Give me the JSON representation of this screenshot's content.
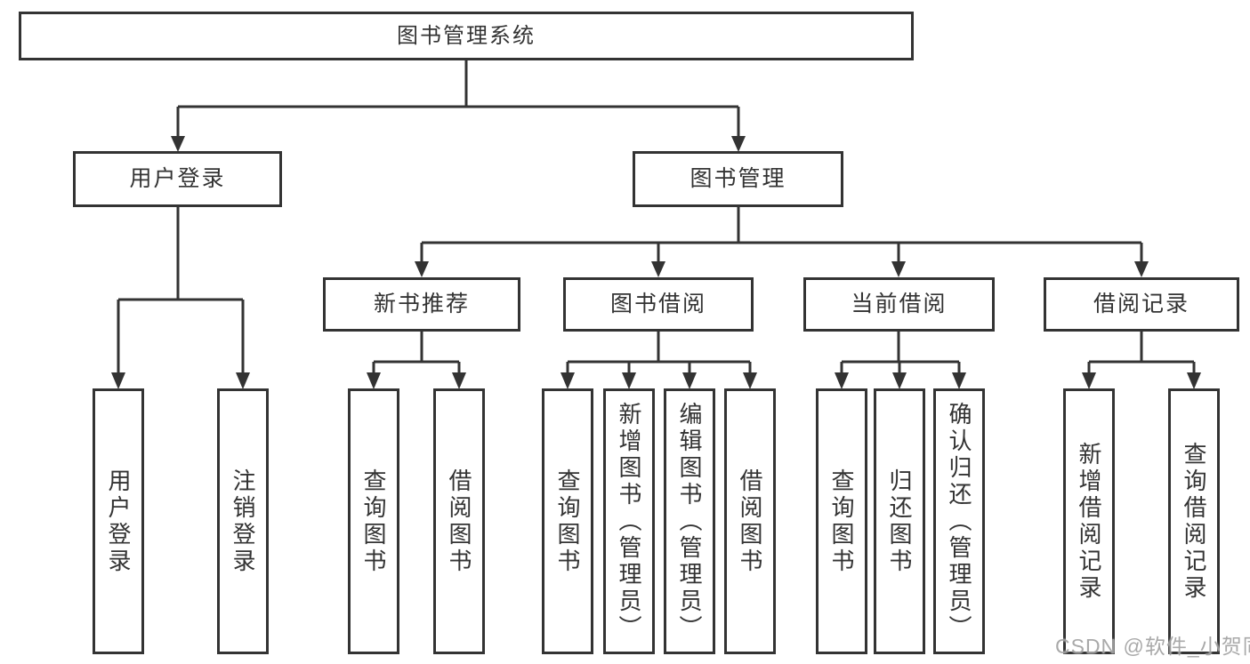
{
  "colors": {
    "line": "#333333",
    "text": "#333333",
    "background": "#ffffff",
    "watermark": "#a2a2a2"
  },
  "tree": {
    "root": {
      "label": "图书管理系统"
    },
    "branches": [
      {
        "label": "用户登录",
        "children": [
          {
            "label": "用户登录"
          },
          {
            "label": "注销登录"
          }
        ]
      },
      {
        "label": "图书管理",
        "sections": [
          {
            "label": "新书推荐",
            "children": [
              {
                "label": "查询图书"
              },
              {
                "label": "借阅图书"
              }
            ]
          },
          {
            "label": "图书借阅",
            "children": [
              {
                "label": "查询图书"
              },
              {
                "label": "新增图书（管理员）"
              },
              {
                "label": "编辑图书（管理员）"
              },
              {
                "label": "借阅图书"
              }
            ]
          },
          {
            "label": "当前借阅",
            "children": [
              {
                "label": "查询图书"
              },
              {
                "label": "归还图书"
              },
              {
                "label": "确认归还（管理员）"
              }
            ]
          },
          {
            "label": "借阅记录",
            "children": [
              {
                "label": "新增借阅记录"
              },
              {
                "label": "查询借阅记录"
              }
            ]
          }
        ]
      }
    ]
  },
  "watermark": "CSDN @软件_小贺同学"
}
